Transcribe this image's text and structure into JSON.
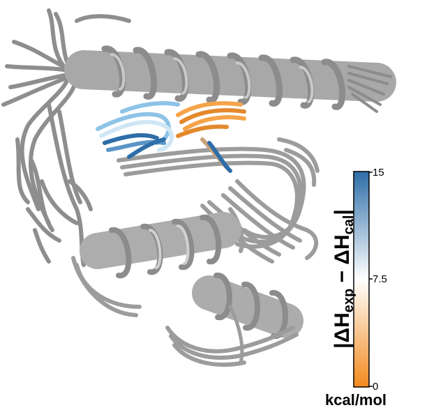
{
  "colorbar": {
    "title_parts": [
      "|ΔH",
      "exp",
      " − ΔH",
      "cal",
      "|"
    ],
    "ticks": [
      "15",
      "7.5",
      "0"
    ],
    "unit": "kcal/mol",
    "colors": {
      "low": "#f28a1e",
      "mid": "#ffffff",
      "high": "#2e6ea8"
    }
  },
  "structure": {
    "backbone_color": "#9a9a9a",
    "highlight_colors": [
      "#2e6ea8",
      "#8ec3e8",
      "#cfe6f5",
      "#f5a44a",
      "#e3892c",
      "#c9a27a"
    ]
  }
}
